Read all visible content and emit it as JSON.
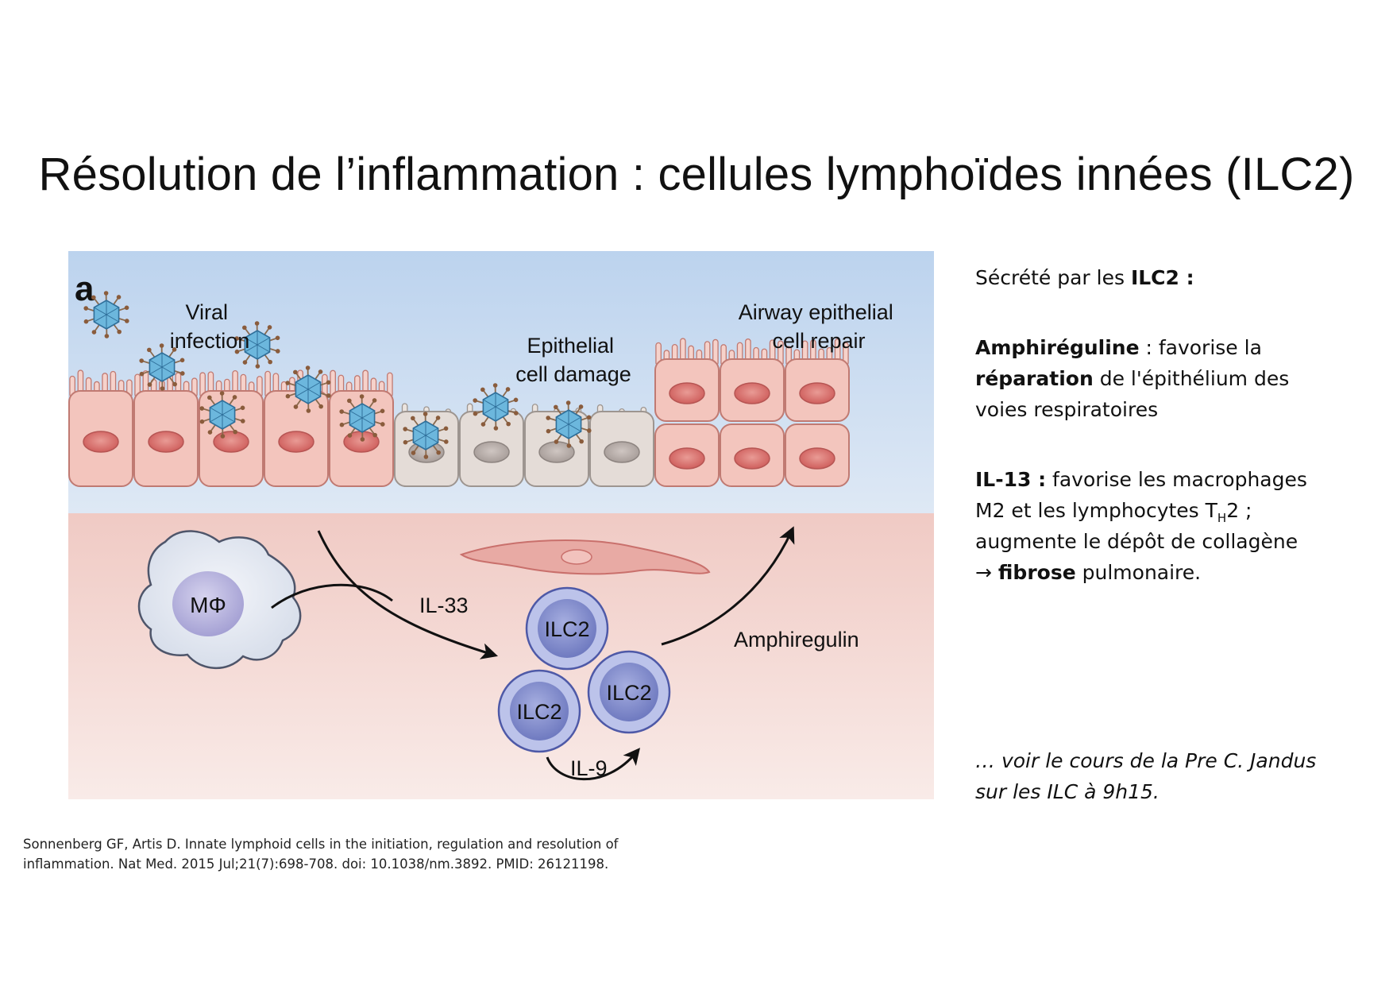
{
  "title": "Résolution de l’inflammation : cellules lymphoïdes innées (ILC2)",
  "figure": {
    "panel_letter": "a",
    "labels": {
      "viral_infection": [
        "Viral",
        "infection"
      ],
      "epithelial_damage": [
        "Epithelial",
        "cell damage"
      ],
      "airway_repair": [
        "Airway epithelial",
        "cell repair"
      ],
      "macrophage": "MΦ",
      "il33": "IL-33",
      "amphiregulin": "Amphiregulin",
      "il9": "IL-9",
      "ilc2": "ILC2"
    },
    "colors": {
      "sky": "#c9dcf0",
      "tissue": "#f4d4cf",
      "healthy_cell": "#f3c5bd",
      "healthy_nucleus": "#d9716e",
      "damaged_cell": "#e4dcd7",
      "damaged_nucleus": "#b4aaa6",
      "ilc2_outer": "#8c97d4",
      "ilc2_inner": "#7480c4",
      "macrophage": "#e2e7f1",
      "macrophage_nucleus": "#b4b1dc",
      "virus": "#6cb7dd"
    }
  },
  "side": {
    "line1_prefix": "Sécrété par les ",
    "line1_bold": "ILC2 :",
    "amph_bold": "Amphiréguline",
    "amph_rest1": " : favorise la",
    "amph_bold2": "réparation",
    "amph_rest2": " de l'épithélium des",
    "amph_line3": "voies respiratoires",
    "il13_bold": "IL-13 :",
    "il13_rest1": " favorise les macrophages",
    "il13_line2a": "M2 et les lymphocytes T",
    "il13_sub": "H",
    "il13_line2b": "2 ;",
    "il13_line3": "augmente le dépôt de collagène",
    "il13_arrow": "→ ",
    "il13_bold2": "fibrose",
    "il13_rest4": " pulmonaire."
  },
  "note": {
    "line1": "… voir le cours de la Pre C. Jandus",
    "line2": "sur les ILC à 9h15."
  },
  "reference": {
    "line1": "Sonnenberg GF, Artis D. Innate lymphoid cells in the initiation, regulation and resolution of",
    "line2": "inflammation. Nat Med. 2015 Jul;21(7):698-708. doi: 10.1038/nm.3892. PMID: 26121198."
  }
}
